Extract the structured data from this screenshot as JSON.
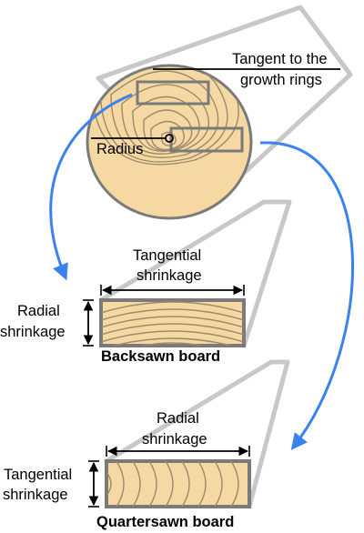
{
  "labels": {
    "tangent_line1": "Tangent to the",
    "tangent_line2": "growth rings",
    "radius": "Radius",
    "backsawn_width_line1": "Tangential",
    "backsawn_width_line2": "shrinkage",
    "backsawn_height_line1": "Radial",
    "backsawn_height_line2": "shrinkage",
    "backsawn_title": "Backsawn board",
    "quartersawn_width_line1": "Radial",
    "quartersawn_width_line2": "shrinkage",
    "quartersawn_height_line1": "Tangential",
    "quartersawn_height_line2": "shrinkage",
    "quartersawn_title": "Quartersawn board"
  },
  "colors": {
    "wood": "#f6d9a2",
    "wood_edge": "#7a7a7a",
    "grain": "#9c8a6c",
    "frame": "#c8c8c8",
    "arrow": "#3b82f0",
    "dimension": "#000000"
  }
}
